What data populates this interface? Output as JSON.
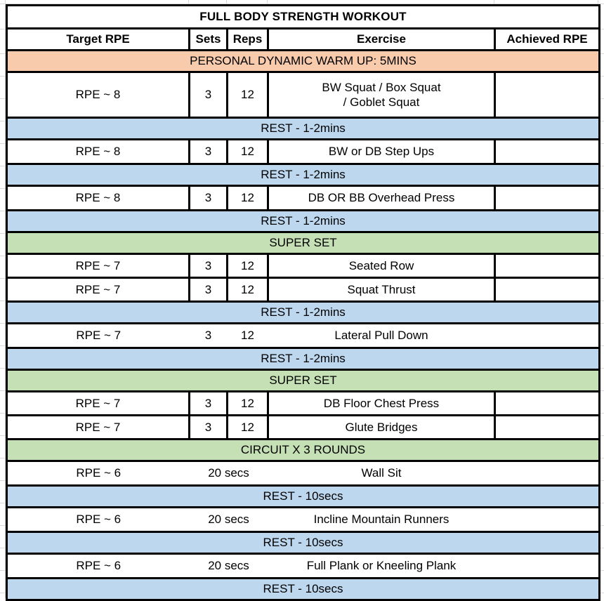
{
  "title": "FULL BODY STRENGTH WORKOUT",
  "colors": {
    "warmup_band": "#F8CBAD",
    "rest_band": "#BDD7EE",
    "superset_band": "#C5E0B4",
    "border": "#000000",
    "gridline": "#D9D9D9"
  },
  "columns": {
    "target_rpe": "Target RPE",
    "sets": "Sets",
    "reps": "Reps",
    "exercise": "Exercise",
    "achieved_rpe": "Achieved RPE"
  },
  "rows": {
    "warmup": "PERSONAL DYNAMIC WARM UP: 5MINS",
    "rest_1_2": "REST - 1-2mins",
    "rest_10": "REST - 10secs",
    "super_set": "SUPER SET",
    "circuit": "CIRCUIT X 3 ROUNDS"
  },
  "exercises": {
    "squat": {
      "rpe": "RPE ~ 8",
      "sets": "3",
      "reps": "12",
      "name_line1": "BW Squat / Box Squat",
      "name_line2": "/ Goblet Squat",
      "achieved": ""
    },
    "step_ups": {
      "rpe": "RPE ~ 8",
      "sets": "3",
      "reps": "12",
      "name": "BW or DB Step Ups",
      "achieved": ""
    },
    "overhead_press": {
      "rpe": "RPE ~ 8",
      "sets": "3",
      "reps": "12",
      "name": "DB OR BB Overhead Press",
      "achieved": ""
    },
    "seated_row": {
      "rpe": "RPE ~ 7",
      "sets": "3",
      "reps": "12",
      "name": "Seated Row",
      "achieved": ""
    },
    "squat_thrust": {
      "rpe": "RPE ~ 7",
      "sets": "3",
      "reps": "12",
      "name": "Squat Thrust",
      "achieved": ""
    },
    "lateral_pull_down": {
      "rpe": "RPE ~ 7",
      "sets": "3",
      "reps": "12",
      "name": "Lateral Pull Down",
      "achieved": ""
    },
    "chest_press": {
      "rpe": "RPE ~ 7",
      "sets": "3",
      "reps": "12",
      "name": "DB Floor Chest Press",
      "achieved": ""
    },
    "glute_bridges": {
      "rpe": "RPE ~ 7",
      "sets": "3",
      "reps": "12",
      "name": "Glute Bridges",
      "achieved": ""
    },
    "wall_sit": {
      "rpe": "RPE ~ 6",
      "duration": "20 secs",
      "name": "Wall Sit",
      "achieved": ""
    },
    "mountain_runners": {
      "rpe": "RPE ~ 6",
      "duration": "20 secs",
      "name": "Incline Mountain Runners",
      "achieved": ""
    },
    "plank": {
      "rpe": "RPE ~ 6",
      "duration": "20 secs",
      "name": "Full Plank or Kneeling Plank",
      "achieved": ""
    }
  }
}
